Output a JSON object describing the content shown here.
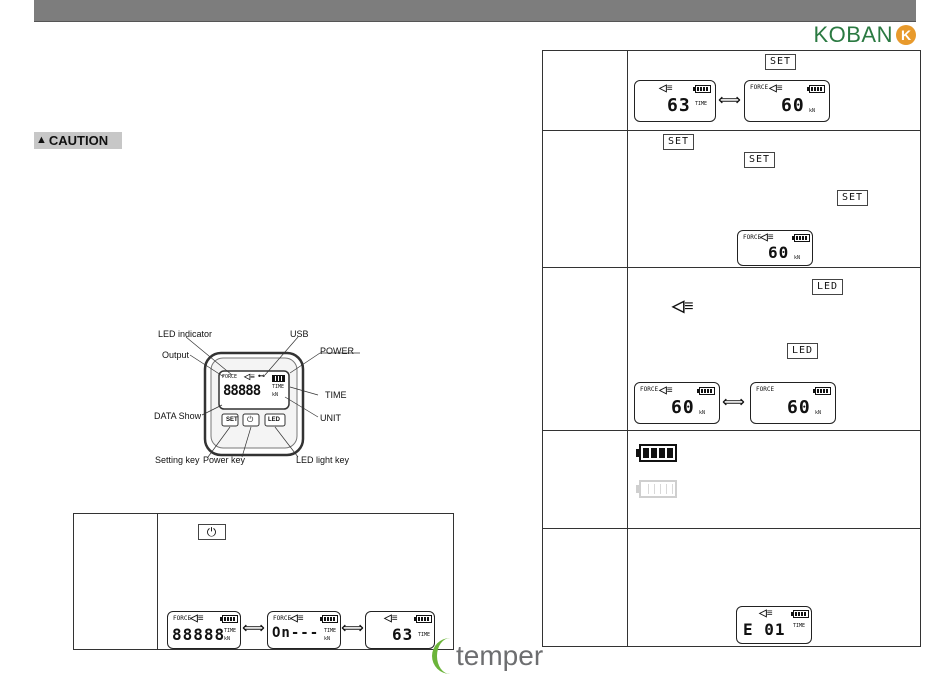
{
  "brand": {
    "name": "KOBAN",
    "mark": "K"
  },
  "caution": {
    "label": "CAUTION"
  },
  "diagram": {
    "labels": {
      "led_indicator": "LED indicator",
      "usb": "USB",
      "output": "Output",
      "power": "POWER",
      "time": "TIME",
      "data_show": "DATA Show",
      "unit": "UNIT",
      "setting_key": "Setting key",
      "power_key": "Power key",
      "led_light_key": "LED light key"
    },
    "display": {
      "force": "FORCE",
      "digits": "88888",
      "time": "TIME",
      "unit": "kN"
    },
    "buttons": {
      "set": "SET",
      "power": "⏻",
      "led": "LED"
    }
  },
  "left_table": {
    "power_icon": "⏻",
    "screens": [
      {
        "force": "FORCE",
        "digits": "88888",
        "time": "TIME",
        "unit": "kN"
      },
      {
        "force": "FORCE",
        "digits": "On---",
        "time": "TIME",
        "unit": "kN"
      },
      {
        "digits": "63",
        "time": "TIME"
      }
    ]
  },
  "right_table": {
    "row1": {
      "key": "SET",
      "screen_a": {
        "digits": "63",
        "time": "TIME"
      },
      "screen_b": {
        "force": "FORCE",
        "digits": "60",
        "unit": "kN"
      }
    },
    "row2": {
      "key1": "SET",
      "key2": "SET",
      "key3": "SET",
      "screen": {
        "force": "FORCE",
        "digits": "60",
        "unit": "kN"
      }
    },
    "row3": {
      "key1": "LED",
      "key2": "LED",
      "screen_a": {
        "force": "FORCE",
        "digits": "60",
        "unit": "kN"
      },
      "screen_b": {
        "force": "FORCE",
        "digits": "60",
        "unit": "kN"
      }
    },
    "row5": {
      "screen": {
        "digits": "E 01",
        "time": "TIME"
      }
    }
  },
  "footer": {
    "logo": "temper"
  },
  "colors": {
    "topbar": "#7d7d7d",
    "koban": "#2b7a42",
    "koban_mark": "#e89a2c",
    "temper_leaf": "#6bb43a"
  }
}
